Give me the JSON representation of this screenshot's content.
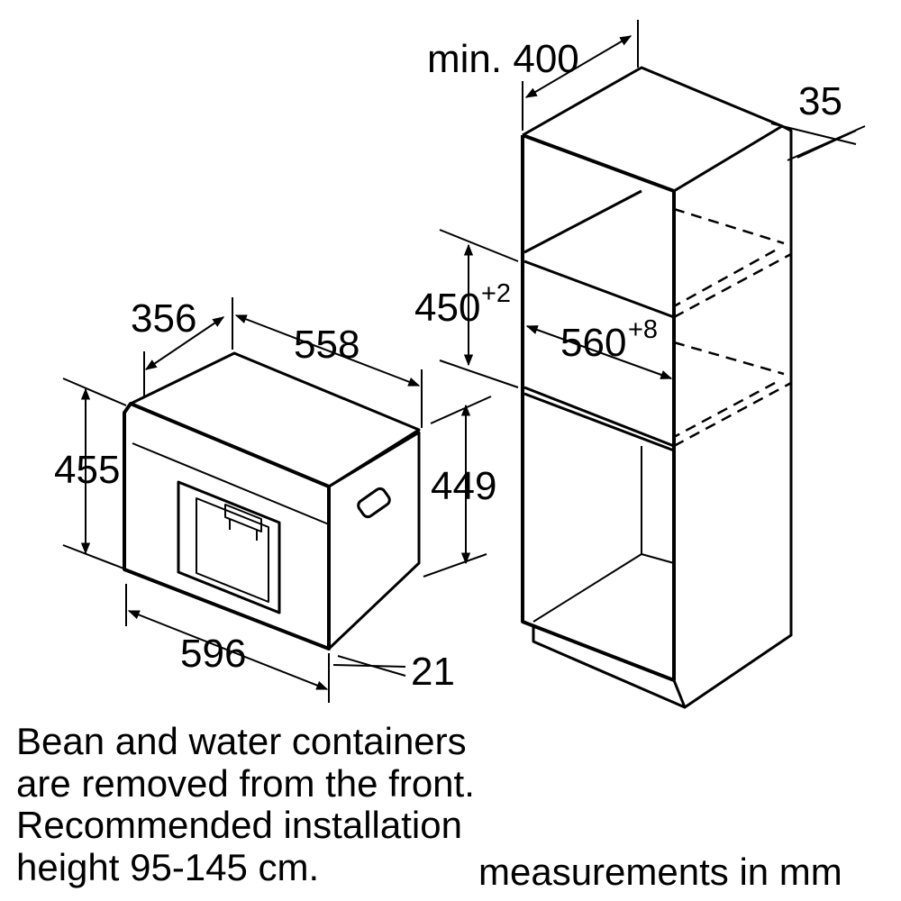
{
  "appliance": {
    "width": "596",
    "height": "455",
    "depth_total": "558",
    "depth_side": "356",
    "body_height": "449",
    "front_offset": "21"
  },
  "cabinet": {
    "min_depth": "min. 400",
    "offset": "35",
    "niche_height": "450",
    "niche_height_tol": "+2",
    "niche_width": "560",
    "niche_width_tol": "+8"
  },
  "notes": [
    "Bean and water containers",
    "are removed from the front.",
    "Recommended installation",
    "height 95-145 cm."
  ],
  "units_label": "measurements in mm"
}
